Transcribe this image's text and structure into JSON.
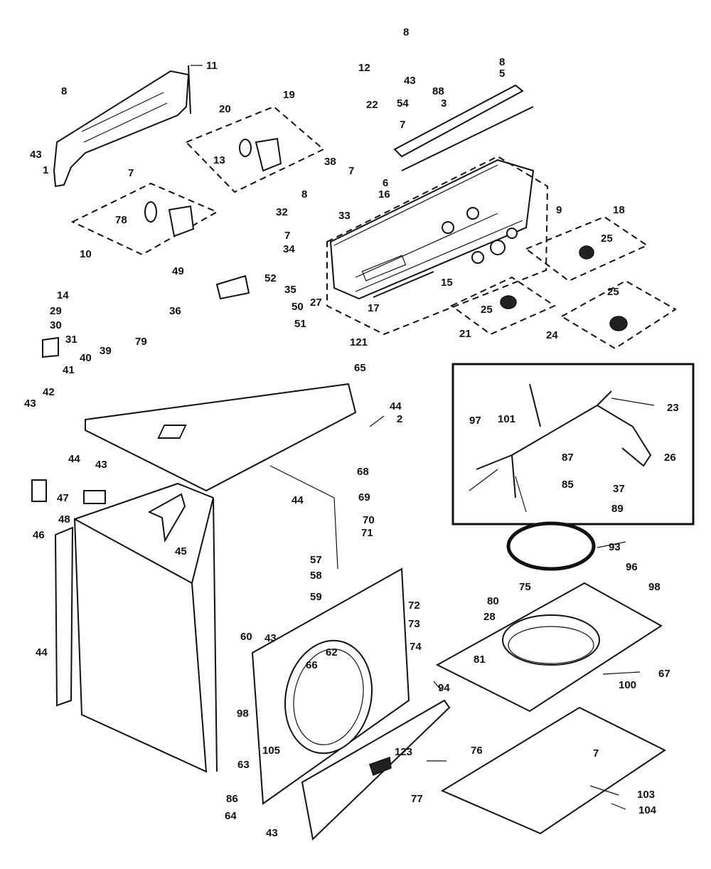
{
  "labels": [
    {
      "id": "l8a",
      "text": "8"
    },
    {
      "id": "l11",
      "text": "11"
    },
    {
      "id": "l43a",
      "text": "43"
    },
    {
      "id": "l1",
      "text": "1"
    },
    {
      "id": "l8b",
      "text": "8"
    },
    {
      "id": "l12",
      "text": "12"
    },
    {
      "id": "l43b",
      "text": "43"
    },
    {
      "id": "l88",
      "text": "88"
    },
    {
      "id": "l8c",
      "text": "8"
    },
    {
      "id": "l5",
      "text": "5"
    },
    {
      "id": "l54",
      "text": "54"
    },
    {
      "id": "l3",
      "text": "3"
    },
    {
      "id": "l20",
      "text": "20"
    },
    {
      "id": "l19",
      "text": "19"
    },
    {
      "id": "l22",
      "text": "22"
    },
    {
      "id": "l7a",
      "text": "7"
    },
    {
      "id": "l13",
      "text": "13"
    },
    {
      "id": "l38",
      "text": "38"
    },
    {
      "id": "l7b",
      "text": "7"
    },
    {
      "id": "l6",
      "text": "6"
    },
    {
      "id": "l16",
      "text": "16"
    },
    {
      "id": "l7c",
      "text": "7"
    },
    {
      "id": "l78",
      "text": "78"
    },
    {
      "id": "l10",
      "text": "10"
    },
    {
      "id": "l8d",
      "text": "8"
    },
    {
      "id": "l32",
      "text": "32"
    },
    {
      "id": "l33",
      "text": "33"
    },
    {
      "id": "l9",
      "text": "9"
    },
    {
      "id": "l18",
      "text": "18"
    },
    {
      "id": "l7d",
      "text": "7"
    },
    {
      "id": "l34",
      "text": "34"
    },
    {
      "id": "l25a",
      "text": "25"
    },
    {
      "id": "l49",
      "text": "49"
    },
    {
      "id": "l52",
      "text": "52"
    },
    {
      "id": "l35",
      "text": "35"
    },
    {
      "id": "l27",
      "text": "27"
    },
    {
      "id": "l15",
      "text": "15"
    },
    {
      "id": "l25b",
      "text": "25"
    },
    {
      "id": "l14",
      "text": "14"
    },
    {
      "id": "l36",
      "text": "36"
    },
    {
      "id": "l29",
      "text": "29"
    },
    {
      "id": "l30",
      "text": "30"
    },
    {
      "id": "l50",
      "text": "50"
    },
    {
      "id": "l51",
      "text": "51"
    },
    {
      "id": "l17",
      "text": "17"
    },
    {
      "id": "l25c",
      "text": "25"
    },
    {
      "id": "l31",
      "text": "31"
    },
    {
      "id": "l40",
      "text": "40"
    },
    {
      "id": "l39",
      "text": "39"
    },
    {
      "id": "l79",
      "text": "79"
    },
    {
      "id": "l121",
      "text": "121"
    },
    {
      "id": "l21",
      "text": "21"
    },
    {
      "id": "l24",
      "text": "24"
    },
    {
      "id": "l41",
      "text": "41"
    },
    {
      "id": "l65",
      "text": "65"
    },
    {
      "id": "l97",
      "text": "97"
    },
    {
      "id": "l101",
      "text": "101"
    },
    {
      "id": "l23",
      "text": "23"
    },
    {
      "id": "l43c",
      "text": "43"
    },
    {
      "id": "l42",
      "text": "42"
    },
    {
      "id": "l44a",
      "text": "44"
    },
    {
      "id": "l2",
      "text": "2"
    },
    {
      "id": "l87",
      "text": "87"
    },
    {
      "id": "l26",
      "text": "26"
    },
    {
      "id": "l44b",
      "text": "44"
    },
    {
      "id": "l43d",
      "text": "43"
    },
    {
      "id": "l68",
      "text": "68"
    },
    {
      "id": "l85",
      "text": "85"
    },
    {
      "id": "l37",
      "text": "37"
    },
    {
      "id": "l47",
      "text": "47"
    },
    {
      "id": "l69",
      "text": "69"
    },
    {
      "id": "l44c",
      "text": "44"
    },
    {
      "id": "l89",
      "text": "89"
    },
    {
      "id": "l48",
      "text": "48"
    },
    {
      "id": "l70",
      "text": "70"
    },
    {
      "id": "l71",
      "text": "71"
    },
    {
      "id": "l46",
      "text": "46"
    },
    {
      "id": "l45",
      "text": "45"
    },
    {
      "id": "l93",
      "text": "93"
    },
    {
      "id": "l96",
      "text": "96"
    },
    {
      "id": "l57",
      "text": "57"
    },
    {
      "id": "l58",
      "text": "58"
    },
    {
      "id": "l75",
      "text": "75"
    },
    {
      "id": "l98a",
      "text": "98"
    },
    {
      "id": "l59",
      "text": "59"
    },
    {
      "id": "l72",
      "text": "72"
    },
    {
      "id": "l80",
      "text": "80"
    },
    {
      "id": "l44d",
      "text": "44"
    },
    {
      "id": "l28",
      "text": "28"
    },
    {
      "id": "l73",
      "text": "73"
    },
    {
      "id": "l60",
      "text": "60"
    },
    {
      "id": "l43e",
      "text": "43"
    },
    {
      "id": "l62",
      "text": "62"
    },
    {
      "id": "l74",
      "text": "74"
    },
    {
      "id": "l81",
      "text": "81"
    },
    {
      "id": "l66",
      "text": "66"
    },
    {
      "id": "l67",
      "text": "67"
    },
    {
      "id": "l100",
      "text": "100"
    },
    {
      "id": "l94",
      "text": "94"
    },
    {
      "id": "l98b",
      "text": "98"
    },
    {
      "id": "l105",
      "text": "105"
    },
    {
      "id": "l123",
      "text": "123"
    },
    {
      "id": "l76",
      "text": "76"
    },
    {
      "id": "l7e",
      "text": "7"
    },
    {
      "id": "l63",
      "text": "63"
    },
    {
      "id": "l86",
      "text": "86"
    },
    {
      "id": "l77",
      "text": "77"
    },
    {
      "id": "l103",
      "text": "103"
    },
    {
      "id": "l104",
      "text": "104"
    },
    {
      "id": "l64",
      "text": "64"
    },
    {
      "id": "l43f",
      "text": "43"
    }
  ]
}
